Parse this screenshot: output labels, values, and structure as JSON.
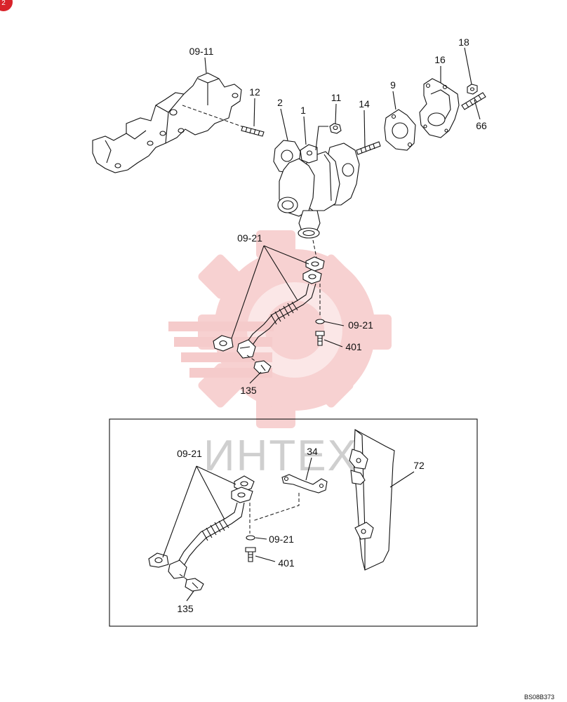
{
  "labels": {
    "manifold": "09-11",
    "stud_12": "12",
    "gasket_2": "2",
    "turbo_1": "1",
    "nut_11": "11",
    "stud_14": "14",
    "gasket_9": "9",
    "elbow_16": "16",
    "nut_18": "18",
    "stud_66": "66",
    "pipe_top": "09-21",
    "washer_top": "09-21",
    "bolt_401_top": "401",
    "bolt_135_top": "135",
    "pipe_inset": "09-21",
    "bracket_34": "34",
    "cover_72": "72",
    "washer_inset": "09-21",
    "bolt_401_inset": "401",
    "bolt_135_inset": "135"
  },
  "watermark": "ИНТЕХ",
  "corner_badge": "2",
  "drawing_code": "BS08B373",
  "colors": {
    "watermark_red": "#f4c3c3",
    "badge_red": "#d8232a"
  }
}
